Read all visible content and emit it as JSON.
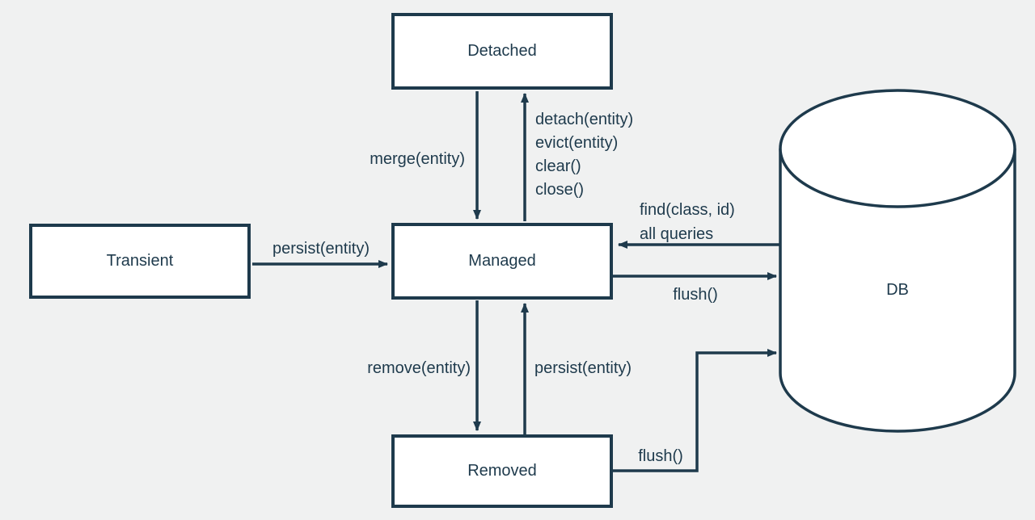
{
  "diagram_type": "entity-lifecycle-state-diagram",
  "states": {
    "transient": "Transient",
    "detached": "Detached",
    "managed": "Managed",
    "removed": "Removed"
  },
  "db": {
    "label": "DB"
  },
  "transitions": {
    "persist_transient_to_managed": "persist(entity)",
    "merge_detached_to_managed": "merge(entity)",
    "detach_operations": [
      "detach(entity)",
      "evict(entity)",
      "clear()",
      "close()"
    ],
    "find_db_to_managed": "find(class, id)",
    "all_queries_db_to_managed": "all queries",
    "flush_managed_to_db": "flush()",
    "remove_managed_to_removed": "remove(entity)",
    "persist_removed_to_managed": "persist(entity)",
    "flush_removed_to_db": "flush()"
  },
  "colors": {
    "background": "#f0f1f1",
    "stroke": "#1e3a4c",
    "box_fill": "#ffffff",
    "text": "#1e3a4c"
  }
}
